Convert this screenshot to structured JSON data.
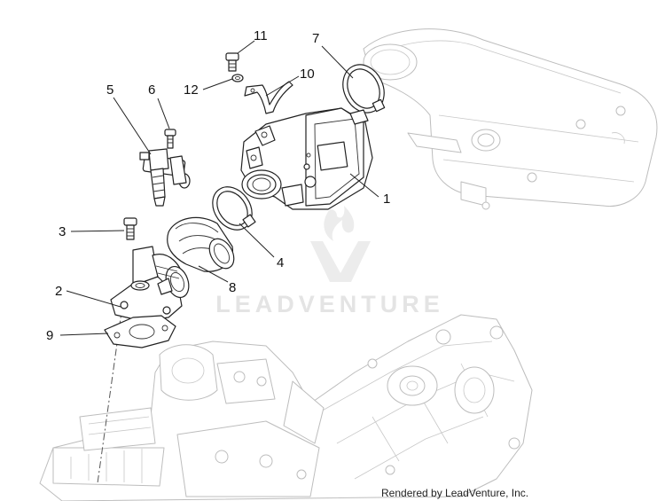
{
  "watermark": {
    "text": "LEADVENTURE"
  },
  "footer": {
    "credit": "Rendered by LeadVenture, Inc."
  },
  "callouts": {
    "c1": "1",
    "c2": "2",
    "c3": "3",
    "c4": "4",
    "c5": "5",
    "c6": "6",
    "c7": "7",
    "c8": "8",
    "c9": "9",
    "c10": "10",
    "c11": "11",
    "c12": "12"
  },
  "colors": {
    "linework": "#222222",
    "ghost_linework": "#bdbdbd",
    "watermark": "#e4e4e4"
  }
}
